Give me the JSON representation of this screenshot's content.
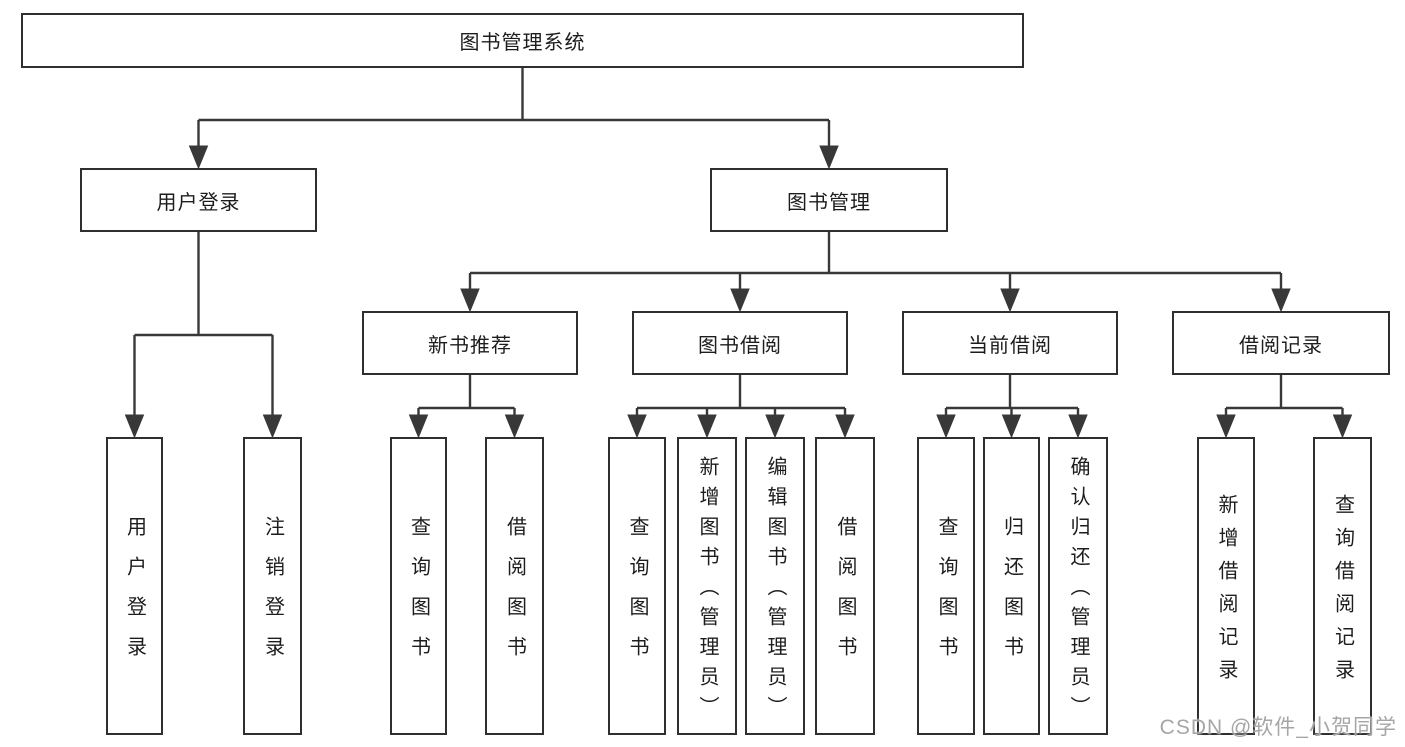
{
  "tree": {
    "label": "图书管理系统",
    "children": [
      {
        "label": "用户登录",
        "children": [
          {
            "label": "用户登录"
          },
          {
            "label": "注销登录"
          }
        ]
      },
      {
        "label": "图书管理",
        "children": [
          {
            "label": "新书推荐",
            "children": [
              {
                "label": "查询图书"
              },
              {
                "label": "借阅图书"
              }
            ]
          },
          {
            "label": "图书借阅",
            "children": [
              {
                "label": "查询图书"
              },
              {
                "label": "新增图书（管理员）"
              },
              {
                "label": "编辑图书（管理员）"
              },
              {
                "label": "借阅图书"
              }
            ]
          },
          {
            "label": "当前借阅",
            "children": [
              {
                "label": "查询图书"
              },
              {
                "label": "归还图书"
              },
              {
                "label": "确认归还（管理员）"
              }
            ]
          },
          {
            "label": "借阅记录",
            "children": [
              {
                "label": "新增借阅记录"
              },
              {
                "label": "查询借阅记录"
              }
            ]
          }
        ]
      }
    ]
  },
  "watermark": {
    "text": "CSDN @软件_小贺同学"
  },
  "colors": {
    "line": "#383838",
    "border": "#2f2f2f",
    "text": "#1d1d1d",
    "watermark": "#a6a6a6"
  }
}
